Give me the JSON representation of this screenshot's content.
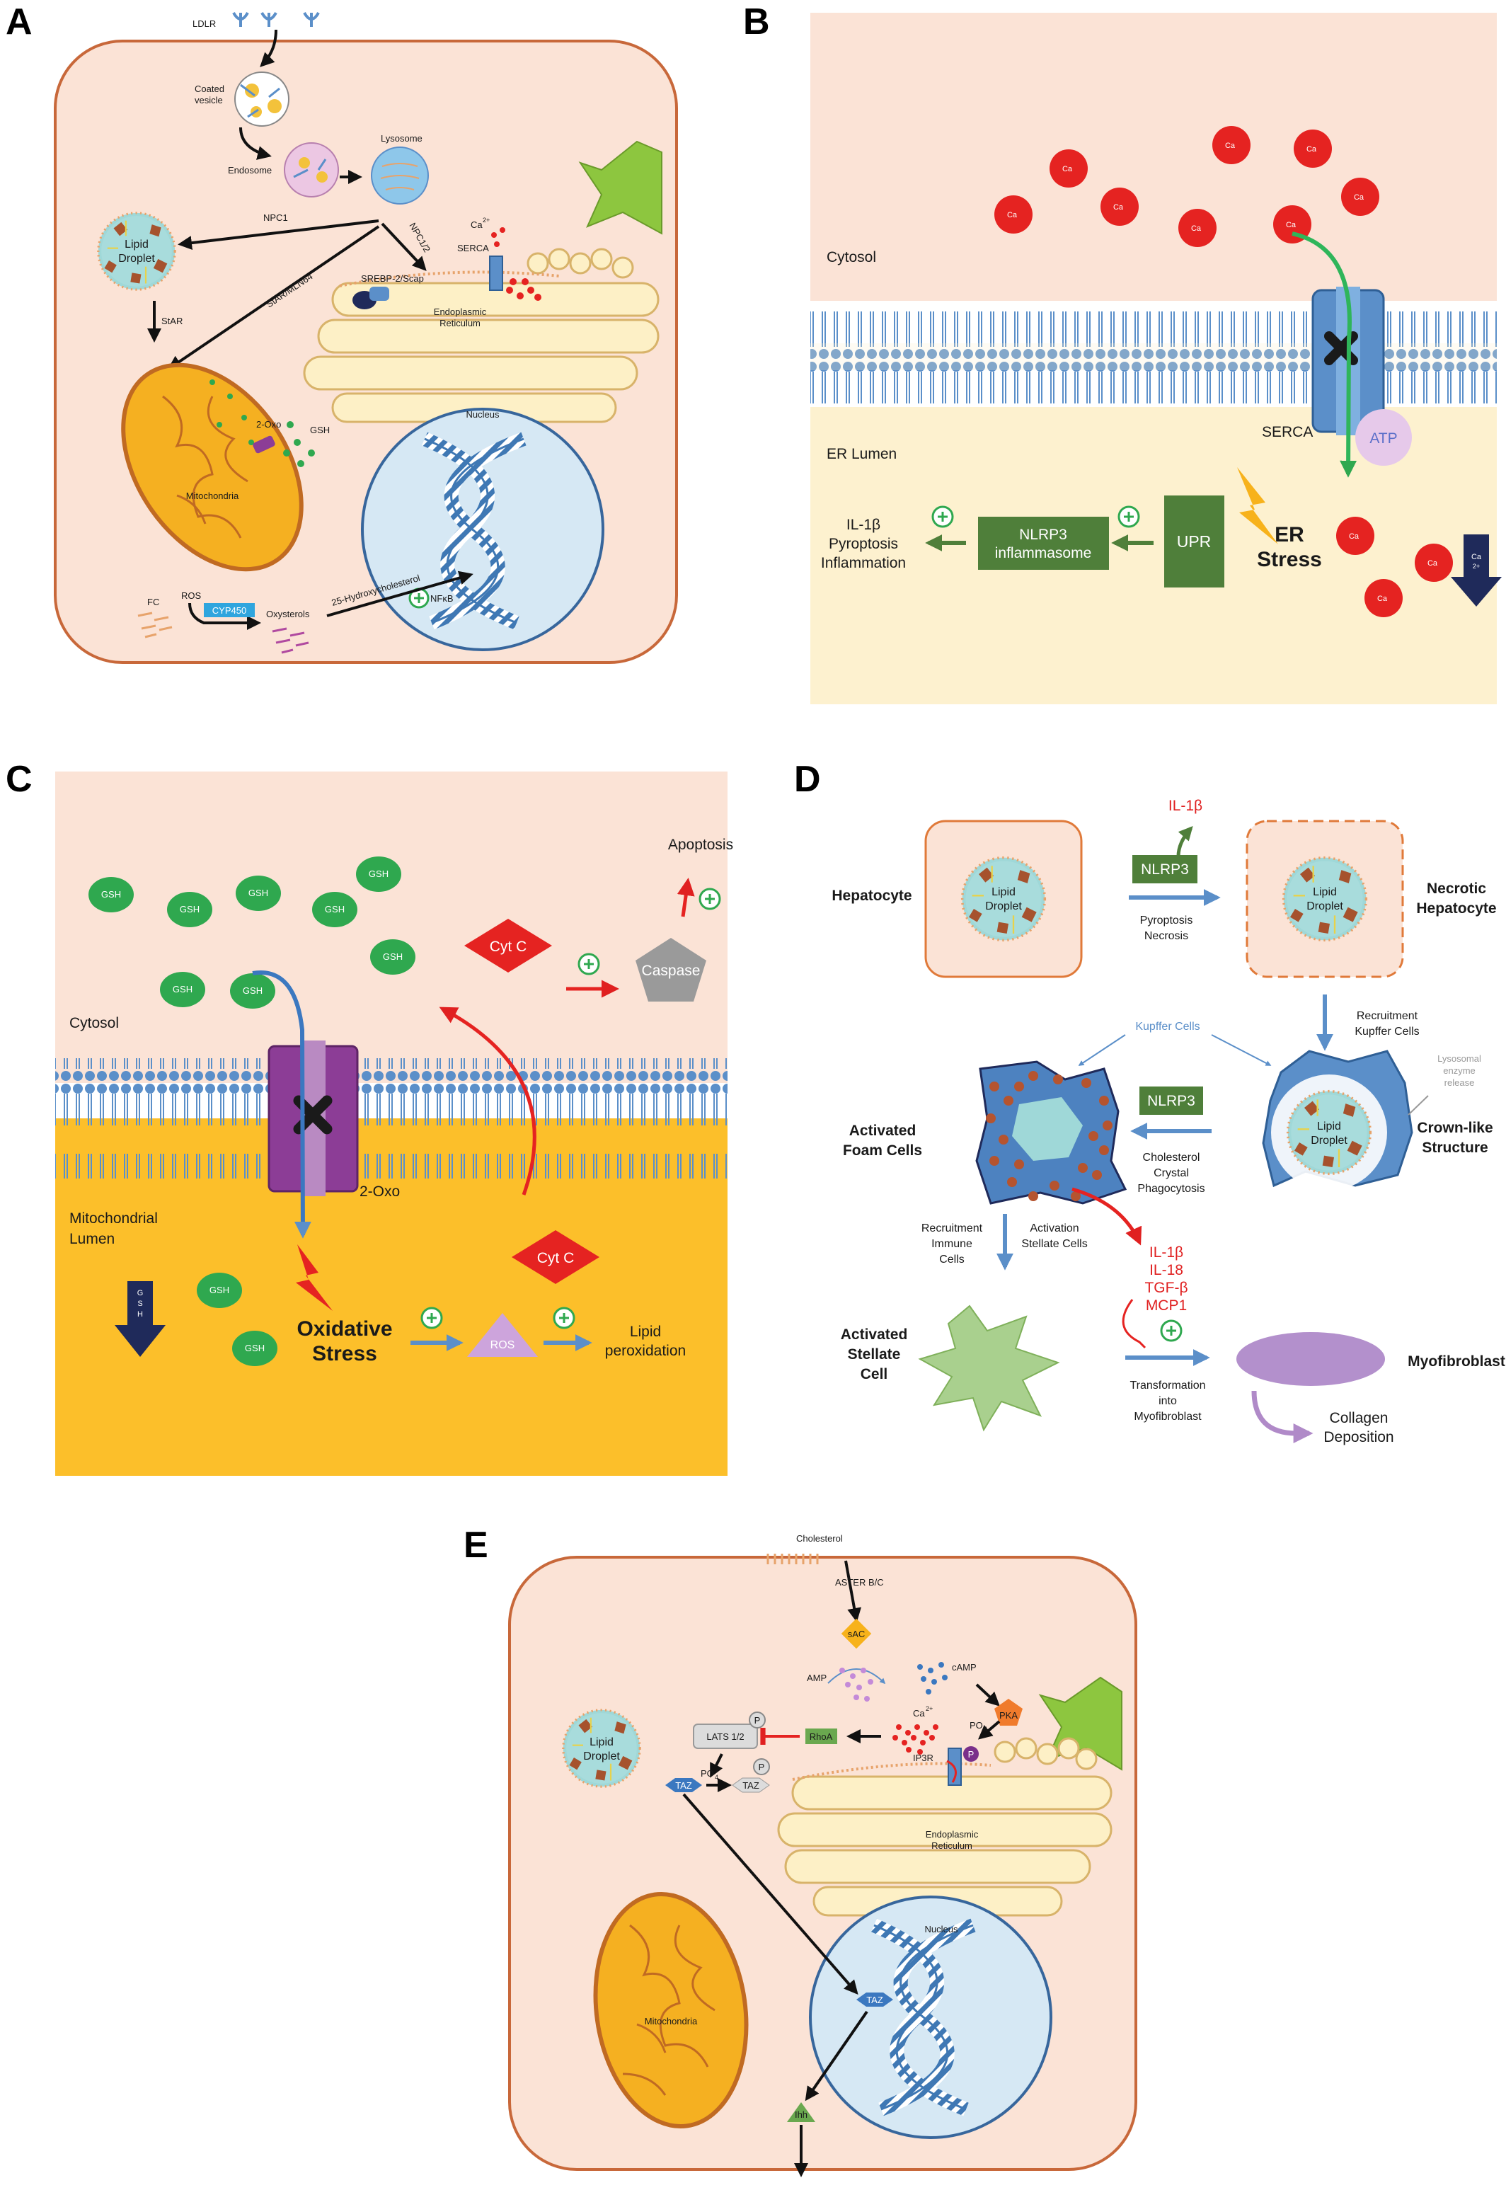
{
  "panels": {
    "A": {
      "letter": "A",
      "ldlr": "LDLR",
      "coated_vesicle": [
        "Coated",
        "vesicle"
      ],
      "endosome": "Endosome",
      "lysosome": "Lysosome",
      "npc1": "NPC1",
      "npc12": "NPC1/2",
      "lipid_droplet": [
        "Lipid",
        "Droplet"
      ],
      "star_mln64": "StAR/MLN64",
      "star": "StAR",
      "ca": "Ca",
      "ca_sup": "2+",
      "serca": "SERCA",
      "srebp": "SREBP-2/Scap",
      "er": [
        "Endoplasmic",
        "Reticulum"
      ],
      "two_oxo": "2-Oxo",
      "gsh": "GSH",
      "mitochondria": "Mitochondria",
      "nucleus": "Nucleus",
      "fc": "FC",
      "ros": "ROS",
      "cyp450": "CYP450",
      "oxysterols": "Oxysterols",
      "hydroxy": "25-Hydroxycholesterol",
      "nfkb": "NFκB"
    },
    "B": {
      "letter": "B",
      "cytosol": "Cytosol",
      "er_lumen": "ER Lumen",
      "serca": "SERCA",
      "atp": "ATP",
      "upr": "UPR",
      "er_stress": [
        "ER",
        "Stress"
      ],
      "nlrp3": [
        "NLRP3",
        "inflammasome"
      ],
      "outcomes": [
        "IL-1β",
        "Pyroptosis",
        "Inflammation"
      ],
      "ca_label": "Ca",
      "ca_sup": "2+",
      "ca_arrow": [
        "Ca",
        "2+"
      ]
    },
    "C": {
      "letter": "C",
      "gsh": "GSH",
      "cytosol": "Cytosol",
      "mito_lumen": [
        "Mitochondrial",
        "Lumen"
      ],
      "two_oxo": "2-Oxo",
      "cyt_c": "Cyt C",
      "caspase": "Caspase",
      "apoptosis": "Apoptosis",
      "oxidative": [
        "Oxidative",
        "Stress"
      ],
      "ros": "ROS",
      "lipid_perox": [
        "Lipid",
        "peroxidation"
      ],
      "gsh_arrow": [
        "G",
        "S",
        "H"
      ]
    },
    "D": {
      "letter": "D",
      "hepatocyte": "Hepatocyte",
      "necrotic": [
        "Necrotic",
        "Hepatocyte"
      ],
      "il1b": "IL-1β",
      "nlrp3": "NLRP3",
      "pyroptosis": [
        "Pyroptosis",
        "Necrosis"
      ],
      "lipid_droplet": [
        "Lipid",
        "Droplet"
      ],
      "recruitment_kupffer": [
        "Recruitment",
        "Kupffer Cells"
      ],
      "kupffer_cells": "Kupffer Cells",
      "lysosomal": [
        "Lysosomal",
        "enzyme",
        "release"
      ],
      "crown_like": [
        "Crown-like",
        "Structure"
      ],
      "foam_cells": [
        "Activated",
        "Foam Cells"
      ],
      "cholesterol_crystal": [
        "Cholesterol",
        "Crystal",
        "Phagocytosis"
      ],
      "recruitment_immune": [
        "Recruitment",
        "Immune",
        "Cells"
      ],
      "activation_stellate": [
        "Activation",
        "Stellate Cells"
      ],
      "cytokines": [
        "IL-1β",
        "IL-18",
        "TGF-β",
        "MCP1"
      ],
      "stellate_cell": [
        "Activated",
        "Stellate",
        "Cell"
      ],
      "transformation": [
        "Transformation",
        "into",
        "Myofibroblast"
      ],
      "myofibroblast": "Myofibroblast",
      "collagen": [
        "Collagen",
        "Deposition"
      ]
    },
    "E": {
      "letter": "E",
      "cholesterol": "Cholesterol",
      "aster": "ASTER B/C",
      "sac": "sAC",
      "amp": "AMP",
      "camp": "cAMP",
      "pka": "PKA",
      "po4": "PO",
      "po4_sub": "4",
      "ca": "Ca",
      "ca_sup": "2+",
      "rhoa": "RhoA",
      "lats": "LATS 1/2",
      "p": "P",
      "ip3r": "IP3R",
      "taz": "TAZ",
      "lipid_droplet": [
        "Lipid",
        "Droplet"
      ],
      "er": [
        "Endoplasmic",
        "Reticulum"
      ],
      "nucleus": "Nucleus",
      "mitochondria": "Mitochondria",
      "ihh": "Ihh"
    }
  },
  "colors": {
    "cell_fill": "#fbe3d6",
    "cell_stroke": "#c8683a",
    "er_lumen": "#fdf1cf",
    "mito_lumen": "#fcbf2a",
    "calcium": "#e52321",
    "gsh": "#2fa84f",
    "plus": "#2fa84f",
    "dark_green": "#4f7f3a",
    "membrane_blue": "#5b8fc9",
    "navy": "#1f2a5a",
    "purple": "#8c3d96",
    "nucleus": "#d6e8f4"
  }
}
